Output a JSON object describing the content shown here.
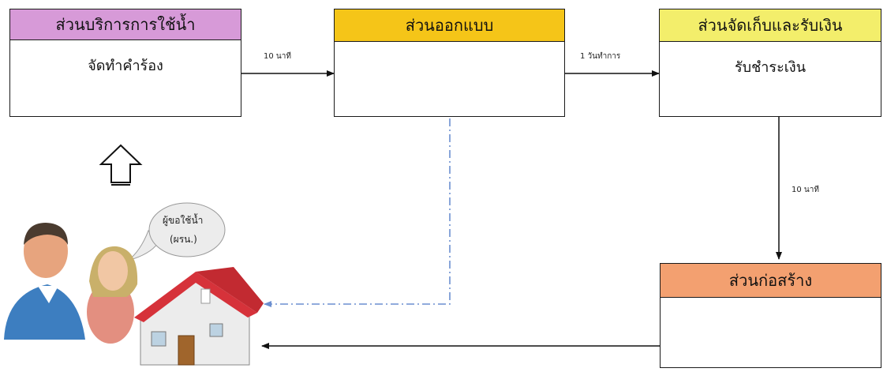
{
  "boxes": {
    "service": {
      "title": "ส่วนบริการการใช้น้ำ",
      "body": "จัดทำคำร้อง"
    },
    "design": {
      "title": "ส่วนออกแบบ",
      "body": ""
    },
    "collection": {
      "title": "ส่วนจัดเก็บและรับเงิน",
      "body": "รับชำระเงิน"
    },
    "construction": {
      "title": "ส่วนก่อสร้าง",
      "body": ""
    }
  },
  "edges": {
    "service_to_design": "10 นาที",
    "design_to_collection": "1 วันทำการ",
    "collection_to_construction": "10 นาที"
  },
  "customer": {
    "speech": "ผู้ขอใช้น้ำ",
    "speech2": "(ผรน.)"
  },
  "colors": {
    "service_header": "#D79AD8",
    "design_header": "#F5C518",
    "collection_header": "#F3EE6B",
    "construction_header": "#F3A070",
    "dashed_arrow": "#6C8FD0"
  }
}
